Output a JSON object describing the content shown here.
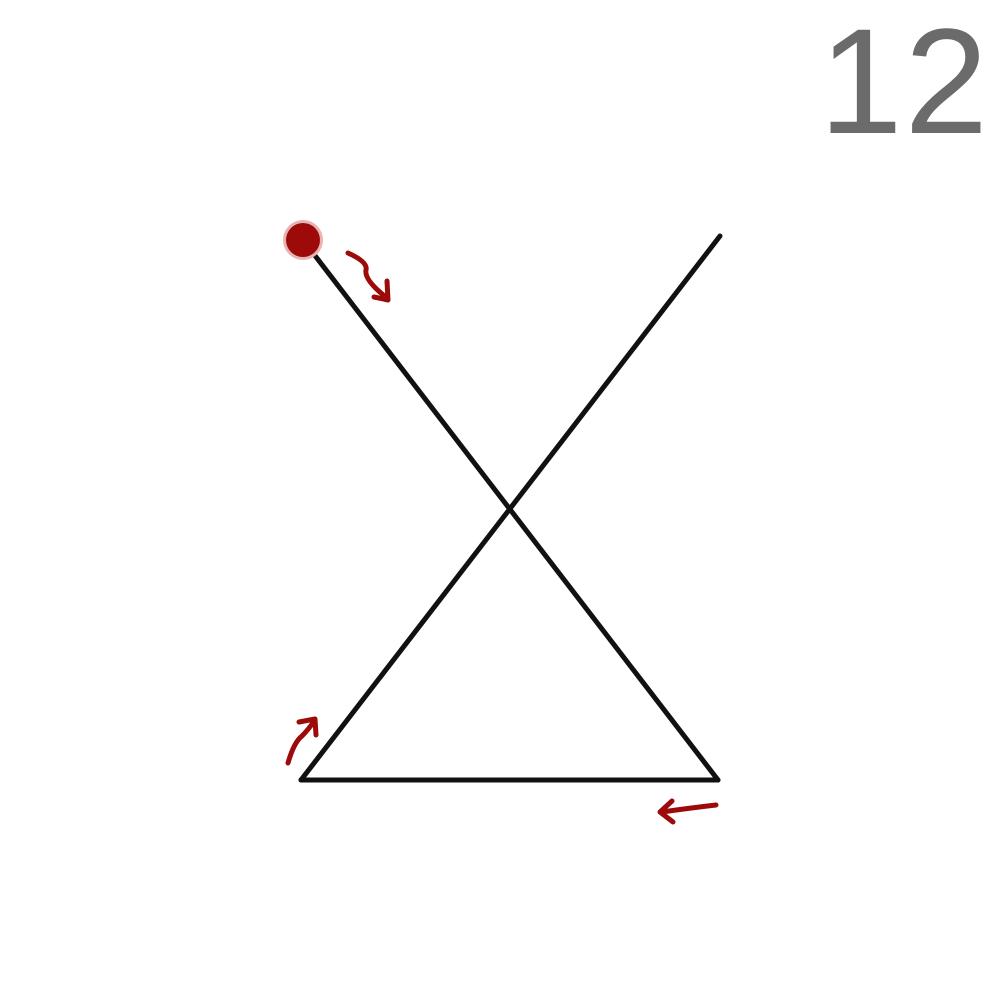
{
  "step": {
    "number": "12"
  },
  "colors": {
    "stroke": "#111111",
    "accent": "#9c0a0a",
    "number": "#6b6b6b"
  },
  "strokes": [
    {
      "name": "stroke-diagonal-down",
      "from": "top-left",
      "to": "bottom-right"
    },
    {
      "name": "stroke-baseline",
      "from": "bottom-right",
      "to": "bottom-left"
    },
    {
      "name": "stroke-diagonal-up",
      "from": "bottom-left",
      "to": "top-right"
    }
  ],
  "icons": {
    "start_point": "start-dot-icon",
    "direction_arrows": [
      "arrow-down-right-icon",
      "arrow-left-icon",
      "arrow-up-right-icon"
    ]
  }
}
